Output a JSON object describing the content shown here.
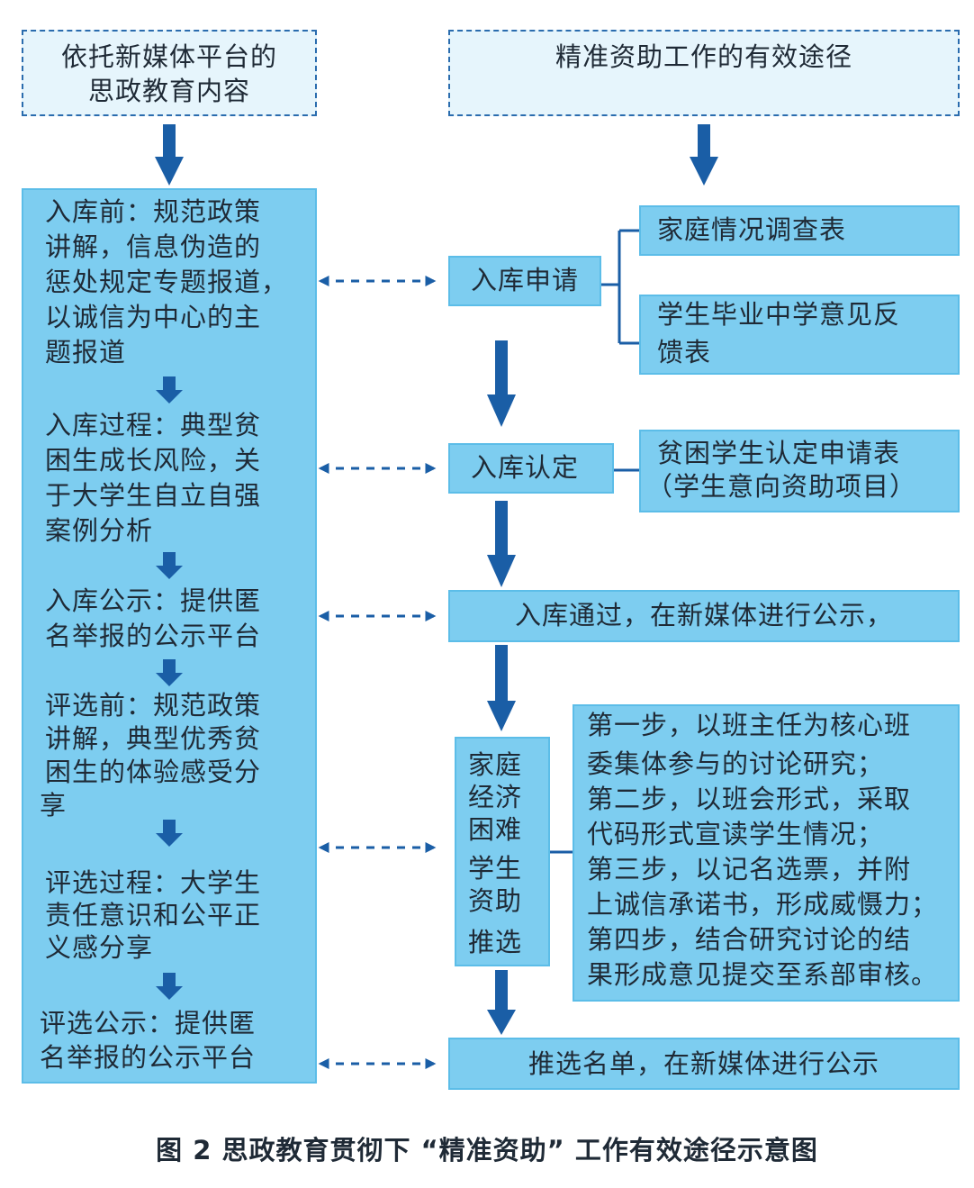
{
  "header_left": [
    "依托新媒体平台的",
    "思政教育内容"
  ],
  "header_right": "精准资助工作的有效途径",
  "left_stages": [
    [
      "入库前：规范政策",
      "讲解，信息伪造的",
      "惩处规定专题报道，",
      "以诚信为中心的主",
      "题报道"
    ],
    [
      "入库过程：典型贫",
      "困生成长风险，关",
      "于大学生自立自强",
      "案例分析"
    ],
    [
      "入库公示：提供匿",
      "名举报的公示平台"
    ],
    [
      "评选前：规范政策",
      "讲解，典型优秀贫",
      "困生的体验感受分",
      "享"
    ],
    [
      "评选过程：大学生",
      "责任意识和公平正",
      "义感分享"
    ],
    [
      "评选公示：提供匿",
      "名举报的公示平台"
    ]
  ],
  "steps": {
    "apply": "入库申请",
    "confirm": "入库认定",
    "publicize": "入库通过，在新媒体进行公示，",
    "select": [
      "家庭",
      "经济",
      "困难",
      "学生",
      "资助",
      "推选"
    ],
    "list": "推选名单，在新媒体进行公示"
  },
  "forms": {
    "family_survey": "家庭情况调查表",
    "school_feedback": [
      "学生毕业中学意见反",
      "馈表"
    ],
    "poverty_form": [
      "贫困学生认定申请表",
      "（学生意向资助项目）"
    ]
  },
  "procedure": [
    "第一步，以班主任为核心班",
    "委集体参与的讨论研究；",
    "第二步，以班会形式，采取",
    "代码形式宣读学生情况；",
    "第三步，以记名选票，并附",
    "上诚信承诺书，形成威慑力；",
    "第四步，结合研究讨论的结",
    "果形成意见提交至系部审核。"
  ],
  "caption": "图 2  思政教育贯彻下 “精准资助” 工作有效途径示意图",
  "colors": {
    "box_fill": "#7dcdf0",
    "header_fill": "#e6f5fc",
    "arrow": "#1a5ea6"
  }
}
